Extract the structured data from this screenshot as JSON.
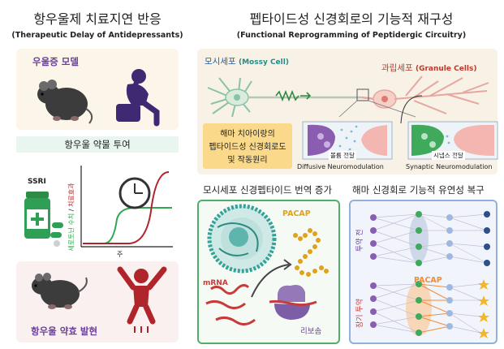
{
  "left": {
    "title": "항우울제 치료지연 반응",
    "subtitle": "(Therapeutic Delay of Antidepressants)",
    "model_label": "우울증 모델",
    "treatment_label": "항우울 약물 투여",
    "ssri_label": "SSRI",
    "yaxis_green": "세로토닌 수치",
    "yaxis_sep": " / ",
    "yaxis_red": "치료효과",
    "xaxis_label": "주",
    "effect_label": "항우울 약효 발현"
  },
  "right": {
    "title": "펩타이드성 신경회로의 기능적 재구성",
    "subtitle": "(Functional Reprogramming of Peptidergic Circuitry)",
    "mossy_kr": "모시세포",
    "mossy_en": "(Mossy Cell)",
    "granule_kr": "과립세포",
    "granule_en": "(Granule Cells)",
    "principle_line1": "해마 치아이랑의",
    "principle_line2": "펩타이드성 신경회로도",
    "principle_line3": "및 작동원리",
    "volume_label": "볼륨 전달",
    "diffusive_label": "Diffusive Neuromodulation",
    "synapse_label": "시냅스 전달",
    "synaptic_label": "Synaptic Neuromodulation",
    "translation_title": "모시세포 신경펩타이드 번역 증가",
    "pacap_label": "PACAP",
    "mrna_label": "mRNA",
    "ribosome_label": "리보솜",
    "plasticity_title": "해마 신경회로 기능적 유연성 복구",
    "before_label": "투약 전",
    "pacap_label2": "PACAP",
    "long_term_label": "장기 투약"
  },
  "colors": {
    "purple": "#5b3a8c",
    "green": "#2fa84f",
    "red": "#b0252b",
    "orange": "#f08c3a",
    "teal": "#33a39a"
  }
}
